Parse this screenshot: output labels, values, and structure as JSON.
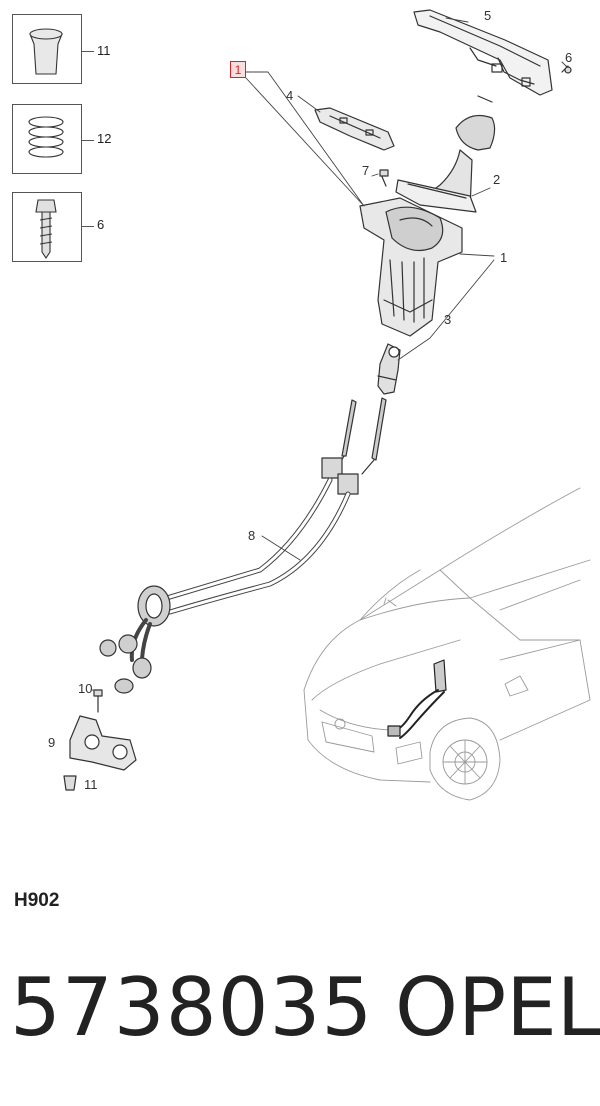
{
  "diagram": {
    "callouts": {
      "c1": "1",
      "c2": "2",
      "c3": "3",
      "c4": "4",
      "c5": "5",
      "c6": "6",
      "c7": "7",
      "c8": "8",
      "c9": "9",
      "c10": "10",
      "c11": "11"
    },
    "highlighted_callout": "1",
    "legend": [
      {
        "label": "11",
        "icon": "bushing-icon"
      },
      {
        "label": "12",
        "icon": "spring-icon"
      },
      {
        "label": "6",
        "icon": "screw-icon"
      }
    ],
    "highlight_color": "#d22222"
  },
  "footer": {
    "diagram_code": "H902",
    "part_number": "5738035",
    "brand": "OPEL"
  }
}
